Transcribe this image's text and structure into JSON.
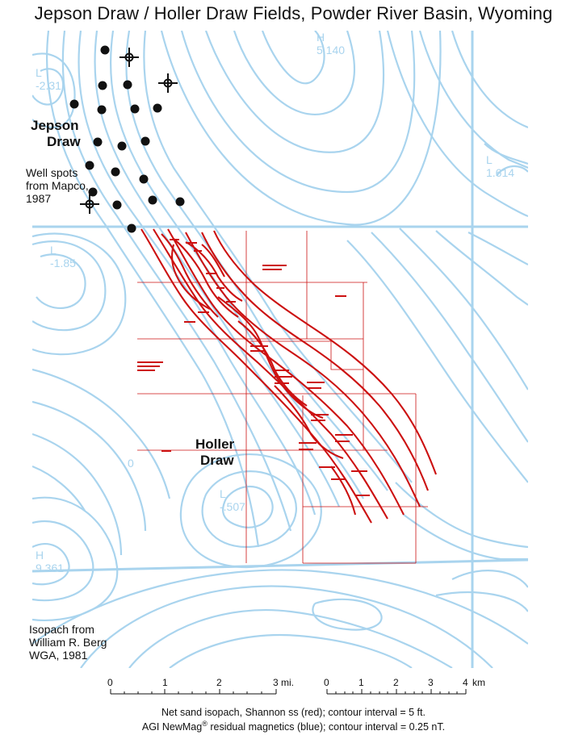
{
  "title": "Jepson Draw / Holler Draw Fields, Powder River Basin, Wyoming",
  "labels": {
    "jepson": "Jepson\n Draw",
    "jepson_1": "Jepson",
    "jepson_2": "Draw",
    "wellspots_1": "Well spots",
    "wellspots_2": "from Mapco,",
    "wellspots_3": "1987",
    "holler_1": "Holler",
    "holler_2": "Draw",
    "isopach_1": "Isopach from",
    "isopach_2": "William R. Berg",
    "isopach_3": "WGA, 1981"
  },
  "magnetic_labels": [
    {
      "id": "h-top",
      "letter": "H",
      "value": "5.140"
    },
    {
      "id": "l-topleft",
      "letter": "L",
      "value": "-2.31"
    },
    {
      "id": "l-left",
      "letter": "L",
      "value": "-1.85"
    },
    {
      "id": "l-center",
      "letter": "L",
      "value": "-.507"
    },
    {
      "id": "h-bottomleft",
      "letter": "H",
      "value": "9.361"
    },
    {
      "id": "l-right",
      "letter": "L",
      "value": "1.614"
    },
    {
      "id": "zero-label",
      "letter": "",
      "value": "0"
    }
  ],
  "scale_miles": {
    "labels": [
      "0",
      "1",
      "2",
      "3"
    ],
    "unit": "mi."
  },
  "scale_km": {
    "labels": [
      "0",
      "1",
      "2",
      "3",
      "4"
    ],
    "unit": "km"
  },
  "footer": {
    "line1": "Net sand isopach, Shannon ss (red);  contour interval   = 5 ft.",
    "line2a": "AGI NewMag",
    "line2sup": "®",
    "line2b": " residual magnetics (blue); contour interval = 0.25 nT."
  },
  "colors": {
    "magnetics": "#a9d4ee",
    "isopach": "#cc1111",
    "wells": "#111111"
  }
}
